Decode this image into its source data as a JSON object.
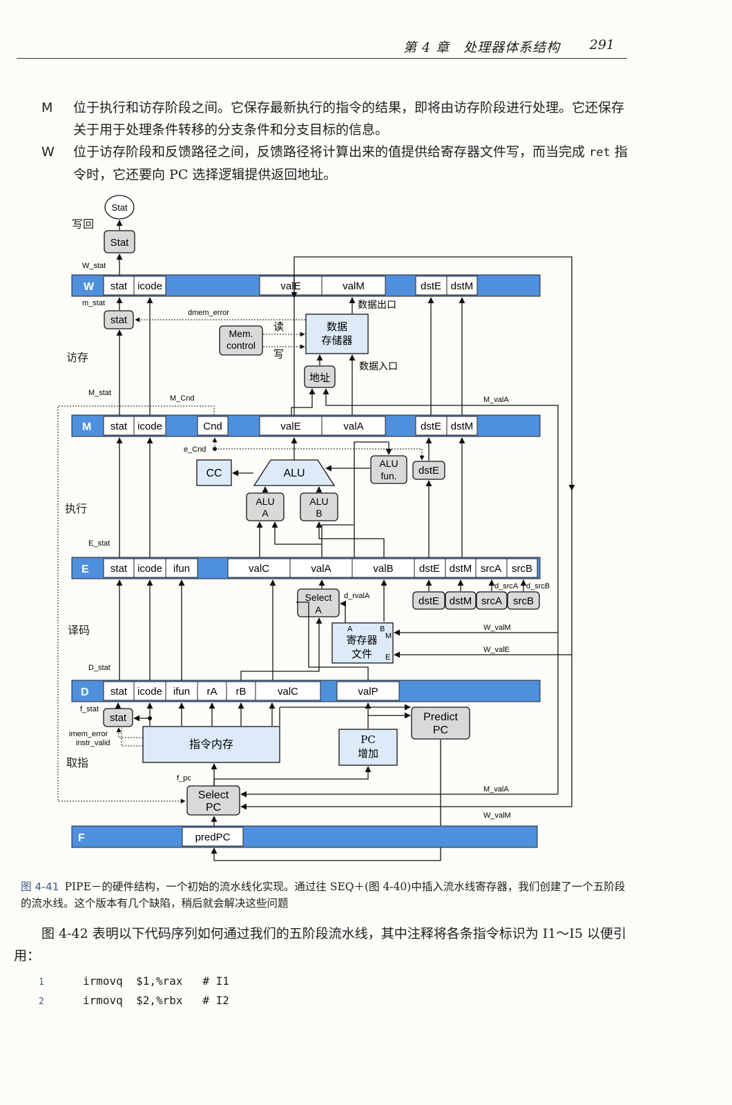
{
  "header": {
    "chapter": "第 4 章　处理器体系结构",
    "page_number": "291"
  },
  "paragraphs": [
    {
      "mark": "M",
      "text": "位于执行和访存阶段之间。它保存最新执行的指令的结果，即将由访存阶段进行处理。它还保存关于用于处理条件转移的分支条件和分支目标的信息。"
    },
    {
      "mark": "W",
      "text_before": "位于访存阶段和反馈路径之间，反馈路径将计算出来的值提供给寄存器文件写，而当完成 ",
      "code": "ret",
      "text_after": " 指令时，它还要向 PC 选择逻辑提供返回地址。"
    }
  ],
  "figure": {
    "stage_labels": {
      "writeback": "写回",
      "memory": "访存",
      "execute": "执行",
      "decode": "译码",
      "fetch": "取指"
    },
    "registers": {
      "W": {
        "name": "W",
        "fields": [
          "stat",
          "icode",
          "valE",
          "valM",
          "dstE",
          "dstM"
        ]
      },
      "M": {
        "name": "M",
        "fields": [
          "stat",
          "icode",
          "Cnd",
          "valE",
          "valA",
          "dstE",
          "dstM"
        ]
      },
      "E": {
        "name": "E",
        "fields": [
          "stat",
          "icode",
          "ifun",
          "valC",
          "valA",
          "valB",
          "dstE",
          "dstM",
          "srcA",
          "srcB"
        ]
      },
      "D": {
        "name": "D",
        "fields": [
          "stat",
          "icode",
          "ifun",
          "rA",
          "rB",
          "valC",
          "valP"
        ]
      },
      "F": {
        "name": "F",
        "fields": [
          "predPC"
        ]
      }
    },
    "blocks": {
      "stat_out": "Stat",
      "stat_w": "Stat",
      "stat_m": "stat",
      "mem_control": [
        "Mem.",
        "control"
      ],
      "data_memory": [
        "数据",
        "存储器"
      ],
      "addr": "地址",
      "cc": "CC",
      "alu": "ALU",
      "alu_fun": [
        "ALU",
        "fun."
      ],
      "alu_a": [
        "ALU",
        "A"
      ],
      "alu_b": [
        "ALU",
        "B"
      ],
      "dste_exec": "dstE",
      "select_a": [
        "Select",
        "A"
      ],
      "regfile": [
        "寄存器",
        "文件"
      ],
      "decode_regs": [
        "dstE",
        "dstM",
        "srcA",
        "srcB"
      ],
      "stat_f": "stat",
      "instr_mem": "指令内存",
      "pc_inc": [
        "PC",
        "增加"
      ],
      "predict_pc": [
        "Predict",
        "PC"
      ],
      "select_pc": [
        "Select",
        "PC"
      ]
    },
    "signals": {
      "w_stat": "W_stat",
      "m_stat": "m_stat",
      "dmem_error": "dmem_error",
      "read": "读",
      "write": "写",
      "data_out": "数据出口",
      "data_in": "数据入口",
      "M_stat": "M_stat",
      "M_Cnd": "M_Cnd",
      "M_valA": "M_valA",
      "e_Cnd": "e_Cnd",
      "E_stat": "E_stat",
      "d_srcA": "d_srcA",
      "d_srcB": "d_srcB",
      "d_rvalA": "d_rvalA",
      "W_valM": "W_valM",
      "W_valE": "W_valE",
      "port_A": "A",
      "port_B": "B",
      "port_M": "M",
      "port_E": "E",
      "D_stat": "D_stat",
      "f_stat": "f_stat",
      "imem_error": "imem_error",
      "instr_valid": "instr_valid",
      "f_pc": "f_pc",
      "M_valA_2": "M_valA",
      "W_valM_2": "W_valM"
    },
    "colors": {
      "reg_blue": "#4f90dd",
      "block_fill": "#dcebf7",
      "grey_block": "#d9d9d9",
      "line": "#111111"
    }
  },
  "caption": {
    "label": "图 4-41",
    "text": "PIPE－的硬件结构，一个初始的流水线化实现。通过往 SEQ＋(图 4-40)中插入流水线寄存器，我们创建了一个五阶段的流水线。这个版本有几个缺陷，稍后就会解决这些问题"
  },
  "body2": {
    "text": "图 4-42 表明以下代码序列如何通过我们的五阶段流水线，其中注释将各条指令标识为 I1～I5 以便引用："
  },
  "code": [
    {
      "n": "1",
      "text": "irmovq  $1,%rax   # I1"
    },
    {
      "n": "2",
      "text": "irmovq  $2,%rbx   # I2"
    }
  ]
}
